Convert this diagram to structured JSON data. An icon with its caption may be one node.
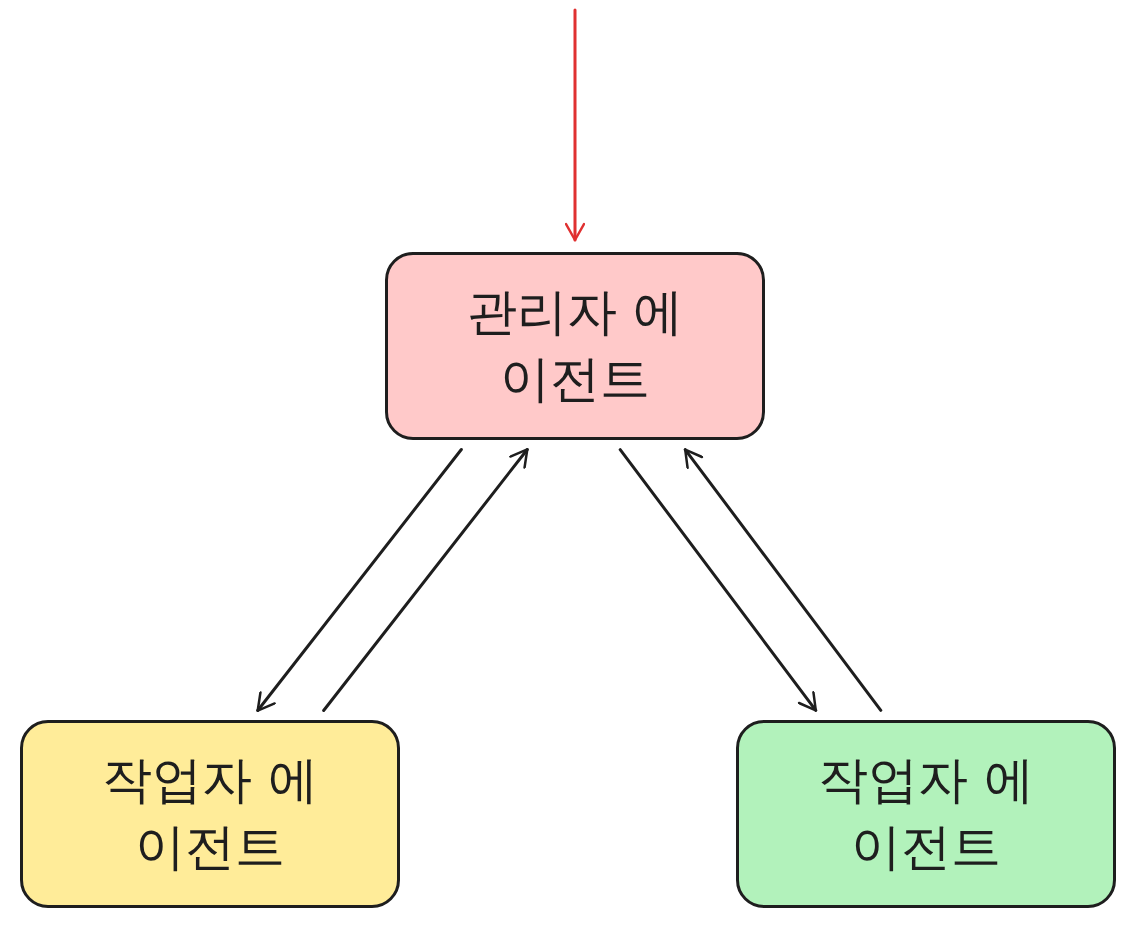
{
  "diagram": {
    "nodes": [
      {
        "text": [
          "관리자 에이전트"
        ]
      },
      {
        "text": [
          "작업자 에이전트"
        ]
      },
      {
        "text": [
          "작업자 에이전트"
        ]
      }
    ],
    "edges": [
      {
        "from": null,
        "to": 0,
        "arrow": "to",
        "color": "#e03131"
      },
      {
        "from": 0,
        "to": 1,
        "arrow": "to"
      },
      {
        "from": 1,
        "to": 0,
        "arrow": "to"
      },
      {
        "from": 2,
        "to": 0,
        "arrow": "to"
      },
      {
        "from": 0,
        "to": 2,
        "arrow": "to"
      }
    ]
  }
}
